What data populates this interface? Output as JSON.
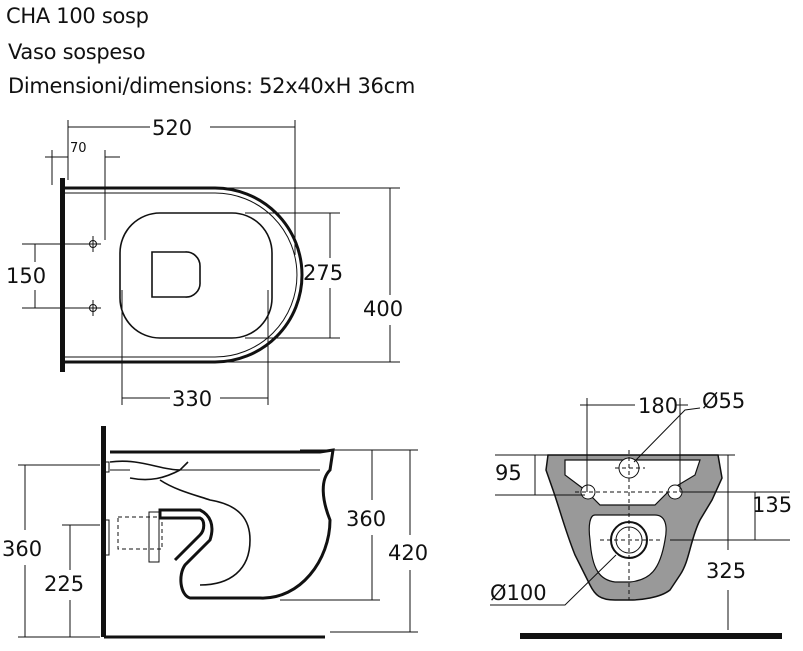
{
  "header": {
    "model": "CHA 100 sosp",
    "description": "Vaso sospeso",
    "dimensions": "Dimensioni/dimensions: 52x40xH 36cm"
  },
  "top_view": {
    "length": "520",
    "offset": "70",
    "hole_spacing": "150",
    "seat_width": "275",
    "width": "400",
    "seat_length": "330"
  },
  "side_view": {
    "height_left": "360",
    "outlet_height": "225",
    "height_right": "360",
    "total_height": "420"
  },
  "front_view": {
    "fixing_spacing": "180",
    "inlet_diameter": "Ø55",
    "inlet_offset": "95",
    "fixing_height": "135",
    "outlet_center": "325",
    "outlet_diameter": "Ø100"
  },
  "colors": {
    "body_fill": "#999999",
    "line": "#111111"
  }
}
